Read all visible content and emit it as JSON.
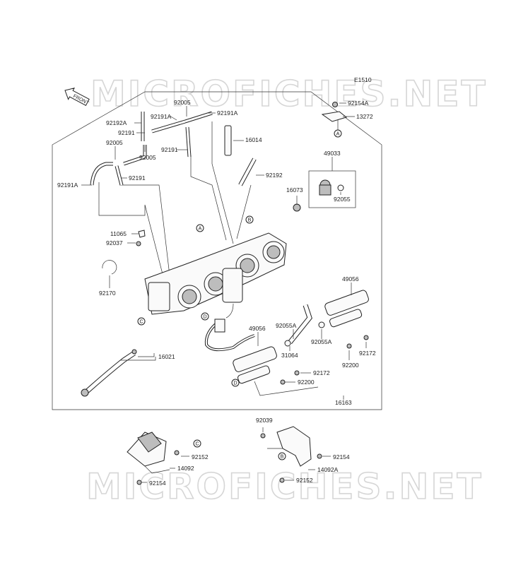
{
  "watermark": "MICROFICHES.NET",
  "section_code": "E1510",
  "front_label": "FRONT",
  "ref_letters": [
    "A",
    "B",
    "C",
    "D"
  ],
  "labels": {
    "92005": "92005",
    "92191A": "92191A",
    "92192A": "92192A",
    "92191": "92191",
    "16014": "16014",
    "92192": "92192",
    "92154A": "92154A",
    "13272": "13272",
    "49033": "49033",
    "16073": "16073",
    "92055": "92055",
    "11065": "11065",
    "92037": "92037",
    "92170": "92170",
    "49056": "49056",
    "92055A": "92055A",
    "31064": "31064",
    "92172": "92172",
    "92200": "92200",
    "16021": "16021",
    "16163": "16163",
    "92039": "92039",
    "92152": "92152",
    "14092": "14092",
    "92154": "92154",
    "14092A": "14092A"
  }
}
